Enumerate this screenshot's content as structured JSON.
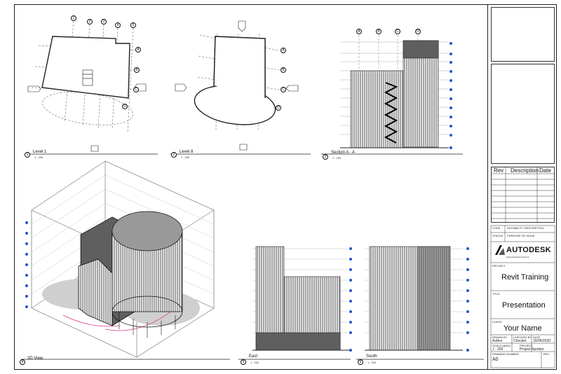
{
  "views": [
    {
      "num": "1",
      "title": "Level 1",
      "scale": "1 : 200"
    },
    {
      "num": "2",
      "title": "Level 8",
      "scale": "1 : 200"
    },
    {
      "num": "3",
      "title": "Section A - A",
      "scale": "1 : 200"
    },
    {
      "num": "4",
      "title": "3D View",
      "scale": ""
    },
    {
      "num": "5",
      "title": "East",
      "scale": "1 : 200"
    },
    {
      "num": "6",
      "title": "South",
      "scale": "1 : 200"
    }
  ],
  "grid_labels": {
    "plan_numbers": [
      "1",
      "2",
      "3",
      "4",
      "5"
    ],
    "section_letters": [
      "A",
      "B",
      "C",
      "D"
    ]
  },
  "revision_table": {
    "headers": [
      "Rev",
      "Description",
      "Date"
    ]
  },
  "title_block": {
    "code_label": "CODE",
    "suitability_label": "SUITABILITY DESCRIPTION",
    "status_label": "STATUS",
    "purpose_label": "PURPOSE OF ISSUE",
    "brand": "AUTODESK",
    "brand_tag": "www.autodesk.com/revit",
    "project_label": "PROJECT",
    "project": "Revit Training",
    "title_label": "TITLE",
    "title": "Presentation",
    "client_label": "CLIENT",
    "client": "Your Name",
    "drawn_by_label": "DRAWN BY",
    "drawn_by": "Author",
    "checked_by_label": "CHECKED BY",
    "checked_by": "Checker",
    "date_label": "DATE",
    "date": "16/06/2020",
    "scale_label": "SCALE (@A0)",
    "scale": "1 : 200",
    "project_number_label": "PROJECT",
    "project_number": "Project Number",
    "drawing_number_label": "DRAWING NUMBER",
    "drawing_number": "A0",
    "rev_label": "REV"
  },
  "colors": {
    "line": "#222222",
    "accent": "#e0308a",
    "level_marker": "#2255cc"
  }
}
